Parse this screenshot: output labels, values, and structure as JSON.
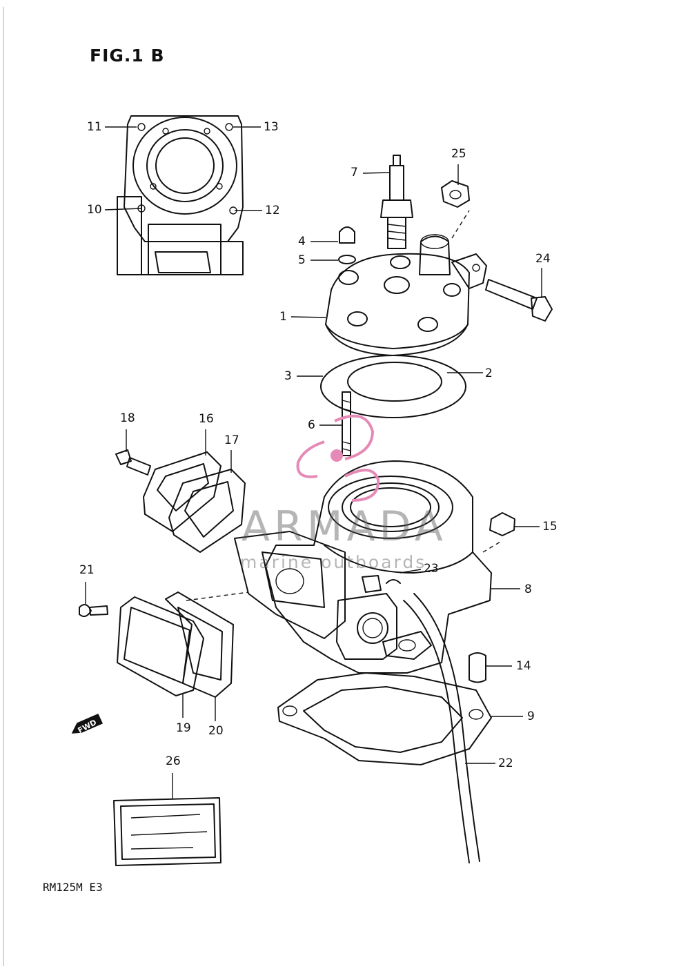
{
  "figure": {
    "title": "FIG.1 B",
    "model": "RM125M E3"
  },
  "watermark": {
    "brand": "ARMADA",
    "subtitle": "marine outboards",
    "color": "#e58ab6"
  },
  "fwd_label": "FWD",
  "callouts": [
    {
      "id": "1",
      "label": "1"
    },
    {
      "id": "2",
      "label": "2"
    },
    {
      "id": "3",
      "label": "3"
    },
    {
      "id": "4",
      "label": "4"
    },
    {
      "id": "5",
      "label": "5"
    },
    {
      "id": "6",
      "label": "6"
    },
    {
      "id": "7",
      "label": "7"
    },
    {
      "id": "8",
      "label": "8"
    },
    {
      "id": "9",
      "label": "9"
    },
    {
      "id": "10",
      "label": "10"
    },
    {
      "id": "11",
      "label": "11"
    },
    {
      "id": "12",
      "label": "12"
    },
    {
      "id": "13",
      "label": "13"
    },
    {
      "id": "14",
      "label": "14"
    },
    {
      "id": "15",
      "label": "15"
    },
    {
      "id": "16",
      "label": "16"
    },
    {
      "id": "17",
      "label": "17"
    },
    {
      "id": "18",
      "label": "18"
    },
    {
      "id": "19",
      "label": "19"
    },
    {
      "id": "20",
      "label": "20"
    },
    {
      "id": "21",
      "label": "21"
    },
    {
      "id": "22",
      "label": "22"
    },
    {
      "id": "23",
      "label": "23"
    },
    {
      "id": "24",
      "label": "24"
    },
    {
      "id": "25",
      "label": "25"
    },
    {
      "id": "26",
      "label": "26"
    }
  ]
}
